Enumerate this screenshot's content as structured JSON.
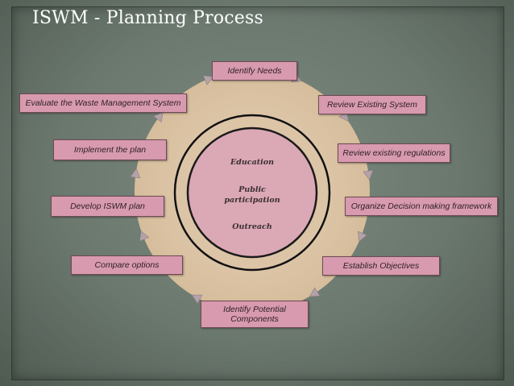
{
  "slide": {
    "title": "ISWM - Planning Process"
  },
  "cycle_steps": [
    "Identify Needs",
    "Review Existing System",
    "Review existing regulations",
    "Organize Decision making framework",
    "Establish Objectives",
    "Identify Potential Components",
    "Compare options",
    "Develop ISWM plan",
    "Implement the plan",
    "Evaluate the Waste Management System"
  ],
  "center": {
    "line1": "Education",
    "line2": "Public participation",
    "line3": "Outreach"
  },
  "colors": {
    "box_fill": "#d89aaf",
    "ring_fill": "#dcc4a6",
    "arrow": "#b3a2a9"
  }
}
